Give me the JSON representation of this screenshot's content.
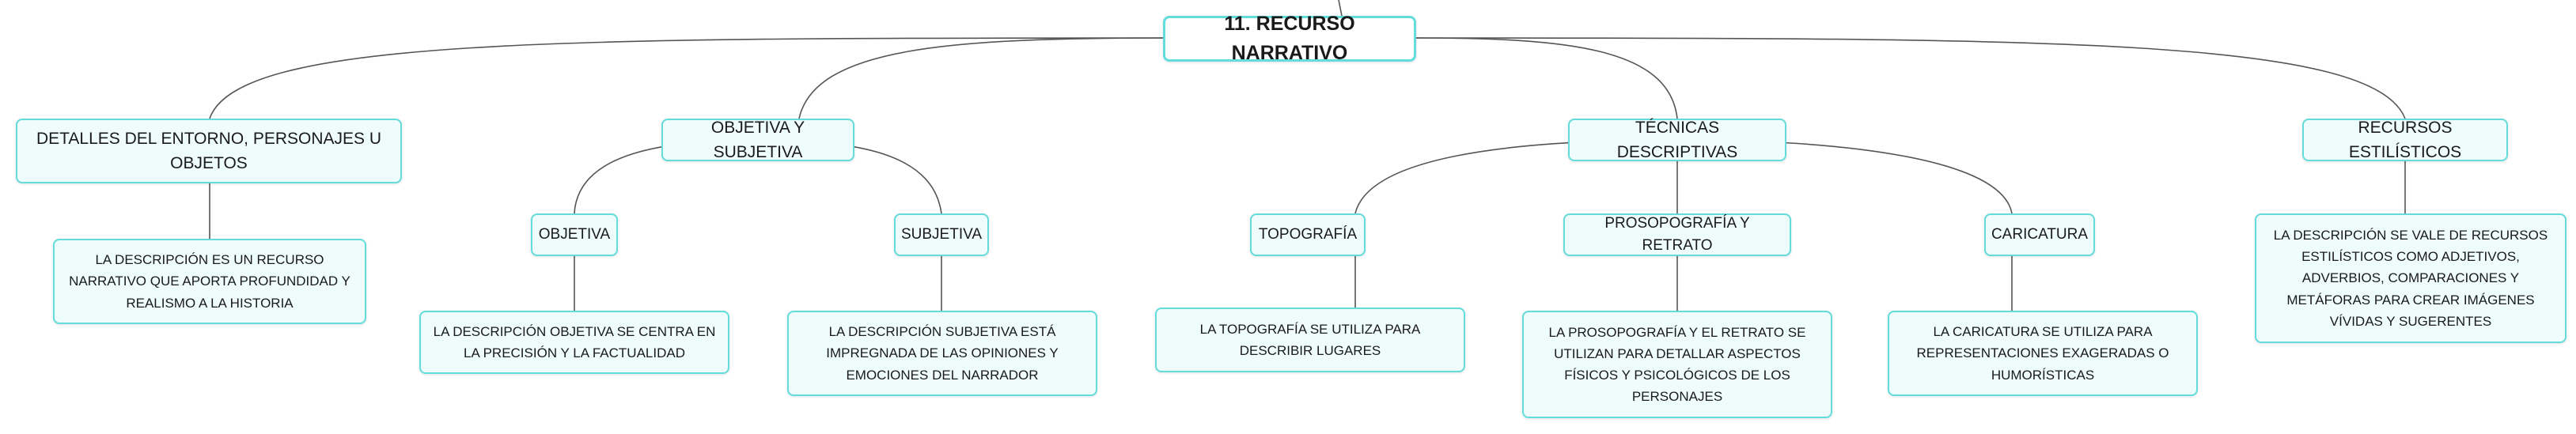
{
  "colors": {
    "node_border": "#63dcdc",
    "node_fill": "#effcfc",
    "root_fill": "#ffffff",
    "connector": "#555555",
    "text": "#1a1a1a"
  },
  "root": {
    "label": "11. RECURSO NARRATIVO"
  },
  "branches": [
    {
      "label": "DETALLES DEL ENTORNO, PERSONAJES U OBJETOS",
      "leaf": "LA DESCRIPCIÓN ES UN RECURSO NARRATIVO QUE APORTA PROFUNDIDAD Y REALISMO A LA HISTORIA"
    },
    {
      "label": "OBJETIVA Y SUBJETIVA",
      "children": [
        {
          "label": "OBJETIVA",
          "leaf": "LA DESCRIPCIÓN OBJETIVA SE CENTRA EN LA PRECISIÓN Y LA FACTUALIDAD"
        },
        {
          "label": "SUBJETIVA",
          "leaf": "LA DESCRIPCIÓN SUBJETIVA ESTÁ IMPREGNADA DE LAS OPINIONES Y EMOCIONES DEL NARRADOR"
        }
      ]
    },
    {
      "label": "TÉCNICAS DESCRIPTIVAS",
      "children": [
        {
          "label": "TOPOGRAFÍA",
          "leaf": "LA TOPOGRAFÍA SE UTILIZA PARA DESCRIBIR LUGARES"
        },
        {
          "label": "PROSOPOGRAFÍA Y RETRATO",
          "leaf": "LA PROSOPOGRAFÍA Y EL RETRATO SE UTILIZAN PARA DETALLAR ASPECTOS FÍSICOS Y PSICOLÓGICOS DE LOS PERSONAJES"
        },
        {
          "label": "CARICATURA",
          "leaf": "LA CARICATURA SE UTILIZA PARA REPRESENTACIONES EXAGERADAS O HUMORÍSTICAS"
        }
      ]
    },
    {
      "label": "RECURSOS ESTILÍSTICOS",
      "leaf": "LA DESCRIPCIÓN SE VALE DE RECURSOS ESTILÍSTICOS COMO ADJETIVOS, ADVERBIOS, COMPARACIONES Y METÁFORAS PARA CREAR IMÁGENES VÍVIDAS Y SUGERENTES"
    }
  ]
}
